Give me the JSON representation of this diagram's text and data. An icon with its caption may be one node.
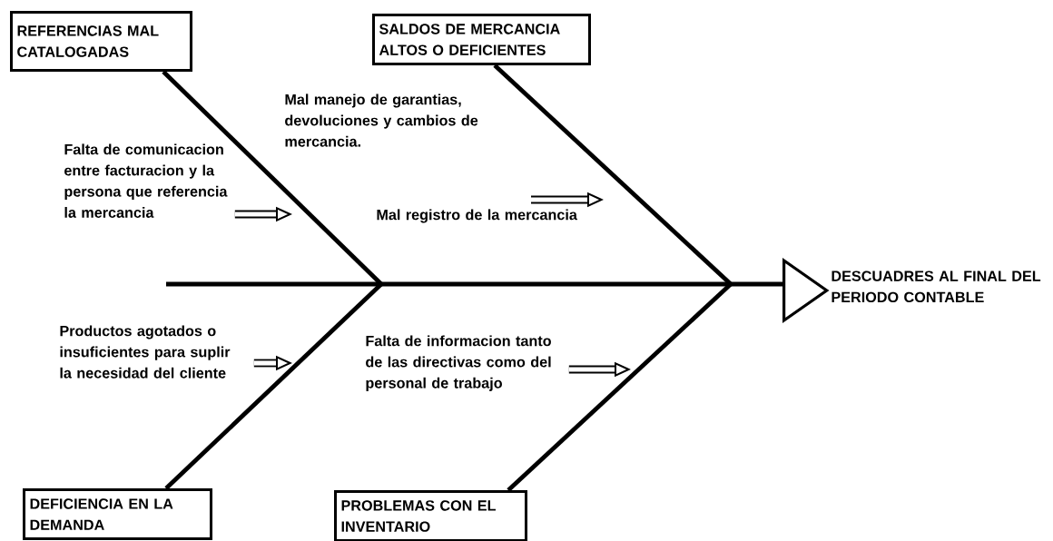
{
  "diagram": {
    "nodes": [
      {
        "text": [
          "REFERENCIAS MAL CATALOGADAS"
        ]
      },
      {
        "text": [
          "SALDOS DE MERCANCIA ALTOS O DEFICIENTES"
        ]
      },
      {
        "text": [
          "Falta de comunicacion entre facturacion y la persona que referencia la mercancia"
        ]
      },
      {
        "text": [
          "Mal registro de la mercancia"
        ]
      },
      {
        "text": [
          "Productos agotados o insuficientes para suplir la necesidad del cliente"
        ]
      },
      {
        "text": [
          "Falta de informacion tanto de las directivas como del personal  de trabajo"
        ]
      },
      {
        "text": [],
        "shape": "triangle",
        "beside": [
          "DESCUADRES AL FINAL DEL PERIODO CONTABLE"
        ]
      },
      {
        "text": [
          "DEFICIENCIA  EN LA DEMANDA"
        ]
      },
      {
        "text": [
          "PROBLEMAS CON EL INVENTARIO"
        ]
      }
    ],
    "edges": [
      {
        "from": null,
        "to": 6,
        "arrow": "none"
      },
      {
        "from": 0,
        "to": null,
        "arrow": "none"
      },
      {
        "from": 1,
        "to": null,
        "arrow": "none"
      },
      {
        "from": 7,
        "to": null,
        "arrow": "none"
      },
      {
        "from": 8,
        "to": null,
        "arrow": "none"
      },
      {
        "from": 2,
        "to": null,
        "arrow": "to",
        "style": "thick"
      },
      {
        "from": 3,
        "to": null,
        "arrow": "to",
        "style": "thick"
      },
      {
        "from": 4,
        "to": null,
        "arrow": "to",
        "style": "thick"
      },
      {
        "from": 5,
        "to": null,
        "arrow": "to",
        "style": "thick"
      }
    ],
    "labels": [
      "Mal manejo de garantias, devoluciones y cambios de mercancia."
    ]
  }
}
